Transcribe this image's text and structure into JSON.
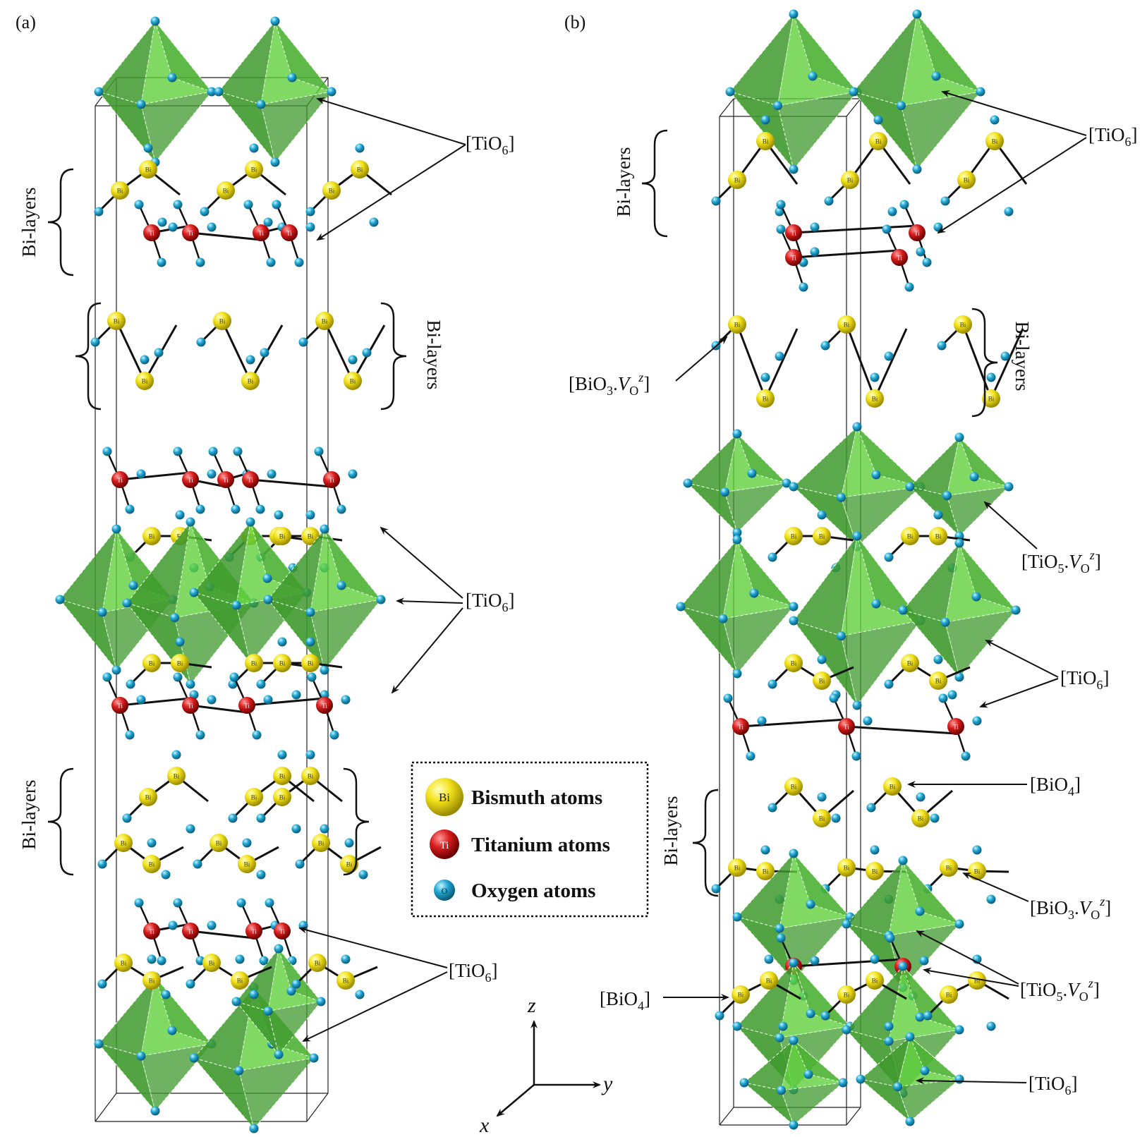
{
  "panels": {
    "a": {
      "letter": "(a)"
    },
    "b": {
      "letter": "(b)"
    }
  },
  "labels": {
    "tio6_sym": "[TiO",
    "tio6_sub": "6",
    "tio6_close": "]",
    "tio5_sym": "[TiO",
    "tio5_sub": "5",
    "tio5_dot": ".",
    "vo_v": "V",
    "vo_sub": "O",
    "vo_sup": "z",
    "bio3_sym": "[BiO",
    "bio3_sub": "3",
    "bio4_sym": "[BiO",
    "bio4_sub": "4",
    "close": "]",
    "bilayers": "Bi-layers"
  },
  "atom_symbols": {
    "bi": "Bi",
    "ti": "Ti",
    "o": "O"
  },
  "legend": {
    "items": [
      {
        "symbol": "Bi",
        "label": "Bismuth atoms",
        "color": "#f2e21b"
      },
      {
        "symbol": "Ti",
        "label": "Titanium atoms",
        "color": "#d81e1e"
      },
      {
        "symbol": "O",
        "label": "Oxygen atoms",
        "color": "#22a8d4"
      }
    ]
  },
  "axes": {
    "z": "z",
    "y": "y",
    "x": "x"
  },
  "colors": {
    "octahedron": "#3f9a2e",
    "octahedron_light": "#5fd03c",
    "bond": "#111111",
    "cell": "#222222"
  }
}
